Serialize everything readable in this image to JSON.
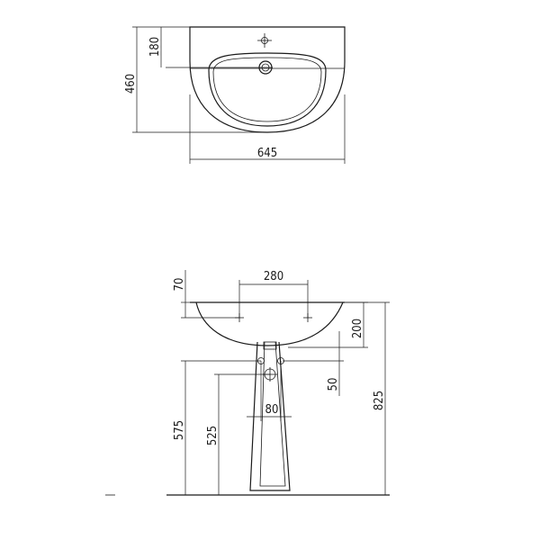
{
  "top_view": {
    "dim_180": "180",
    "dim_460": "460",
    "dim_645": "645"
  },
  "front_view": {
    "dim_280": "280",
    "dim_70": "70",
    "dim_200": "200",
    "dim_50": "50",
    "dim_80": "80",
    "dim_575": "575",
    "dim_525": "525",
    "dim_825": "825"
  }
}
